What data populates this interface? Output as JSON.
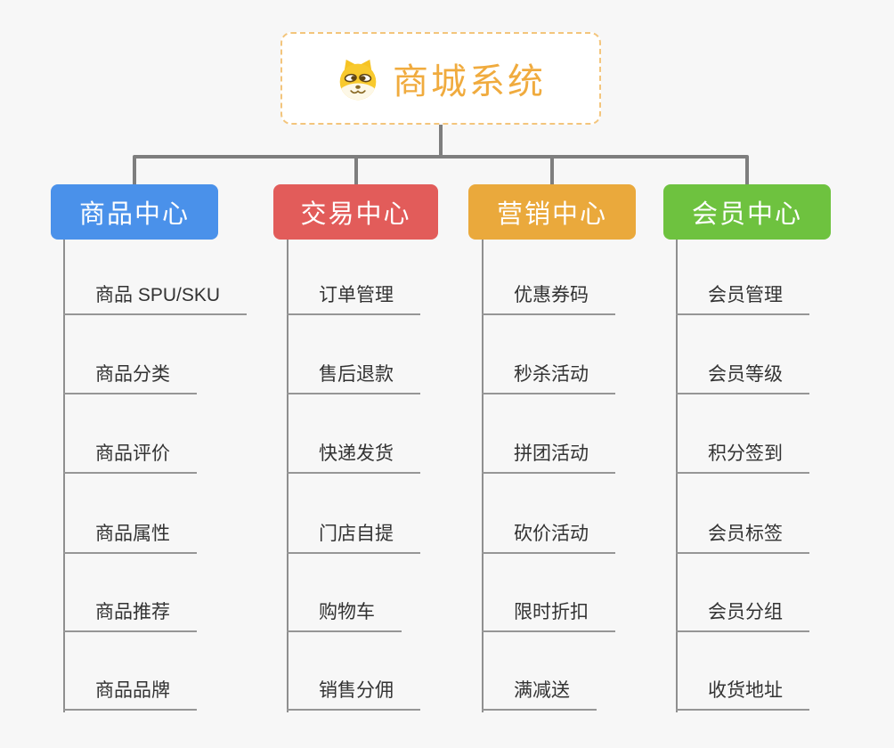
{
  "root": {
    "title": "商城系统",
    "icon": "dog-face-icon",
    "text_color": "#f0ab3e",
    "border_color": "#f3c57c"
  },
  "connector_color": "#7e7e7e",
  "background_color": "#f7f7f7",
  "branches": [
    {
      "label": "商品中心",
      "color": "#4a91ea",
      "items": [
        "商品 SPU/SKU",
        "商品分类",
        "商品评价",
        "商品属性",
        "商品推荐",
        "商品品牌"
      ]
    },
    {
      "label": "交易中心",
      "color": "#e25c5a",
      "items": [
        "订单管理",
        "售后退款",
        "快递发货",
        "门店自提",
        "购物车",
        "销售分佣"
      ]
    },
    {
      "label": "营销中心",
      "color": "#eaa93c",
      "items": [
        "优惠券码",
        "秒杀活动",
        "拼团活动",
        "砍价活动",
        "限时折扣",
        "满减送"
      ]
    },
    {
      "label": "会员中心",
      "color": "#6ec23f",
      "items": [
        "会员管理",
        "会员等级",
        "积分签到",
        "会员标签",
        "会员分组",
        "收货地址"
      ]
    }
  ]
}
